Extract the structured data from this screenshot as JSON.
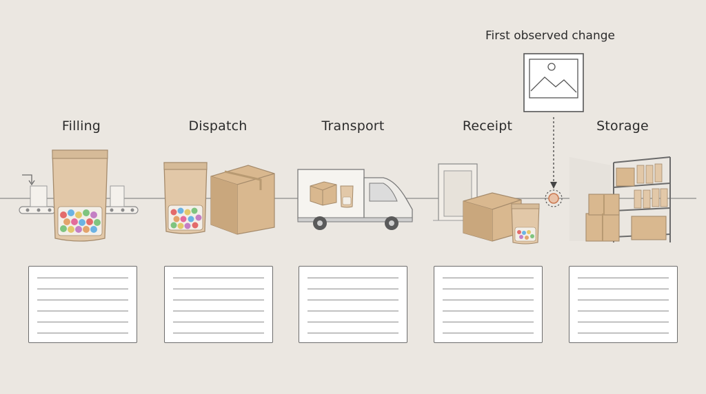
{
  "stages": [
    {
      "id": "filling",
      "label": "Filling",
      "icon": "filling-machine-pouch-icon"
    },
    {
      "id": "dispatch",
      "label": "Dispatch",
      "icon": "pouch-and-box-icon"
    },
    {
      "id": "transport",
      "label": "Transport",
      "icon": "delivery-van-icon"
    },
    {
      "id": "receipt",
      "label": "Receipt",
      "icon": "receiving-dock-icon"
    },
    {
      "id": "storage",
      "label": "Storage",
      "icon": "storage-shelves-icon"
    }
  ],
  "callout": {
    "label": "First observed change",
    "icon": "image-placeholder-icon"
  },
  "colors": {
    "background": "#ebe7e1",
    "cardboard": "#d9b88f",
    "pouch": "#e2c8a8",
    "marker": "#c9774f",
    "line": "#8a8a8a"
  }
}
